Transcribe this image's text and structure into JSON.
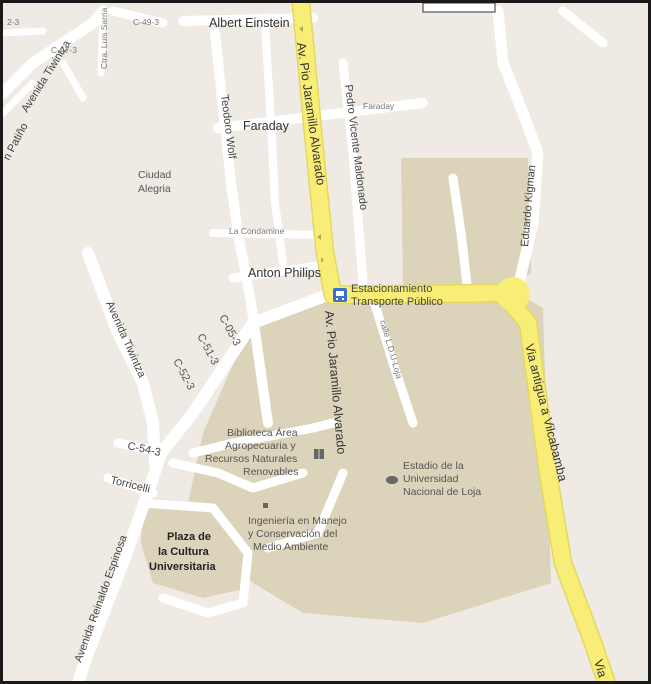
{
  "colors": {
    "background": "#efebe4",
    "campus": "#dcd3bb",
    "road": "#ffffff",
    "highway": "#f8ee77",
    "bus_icon": "#3a70cf"
  },
  "roads": {
    "pio_jaramillo_north": "Av. Pio Jaramillo Alvarado",
    "pio_jaramillo_south": "Av. Pio Jaramillo Alvarado",
    "via_vilcabamba": "Via antigua a Vilcabamba",
    "via_vilcabamba_cut": "Via",
    "avenida_tiwintza_west": "Avenida Tiwintza",
    "avenida_tiwintza_nw": "Avenida Tiwintza",
    "avenida_reinaldo": "Avenida Reinaldo Espinosa",
    "albert_einstein": "Albert Einstein",
    "faraday_main": "Faraday",
    "faraday_east": "Faraday",
    "teodoro_wolf": "Teodoro Wolf",
    "pedro_vicente": "Pedro Vicente Maldonado",
    "la_condamine": "La Condamine",
    "anton_philips": "Anton Philips",
    "eduardo_kigman": "Eduardo Kigman",
    "calle_udl": "calle L.D.U-Loja",
    "c_05": "C-05-3",
    "c_51": "C-51-3",
    "c_52": "C-52-3",
    "c_54": "C-54-3",
    "torricelli": "Torricelli",
    "c_49": "C-49-3",
    "c_47": "C-47-3",
    "c_2_3": "2-3",
    "luis_sarria": "Ctra. Luis Sarria",
    "patino": "n Patiño"
  },
  "places": {
    "ciudad_alegria": [
      "Ciudad",
      "Alegria"
    ],
    "estacionamiento": [
      "Estacionamiento",
      "Transporte Público"
    ],
    "biblioteca": [
      "Biblioteca Área",
      "Agropecuaria y",
      "Recursos Naturales",
      "Renovables"
    ],
    "estadio": [
      "Estadio de la",
      "Universidad",
      "Nacional de Loja"
    ],
    "ingenieria": [
      "Ingeniería en Manejo",
      "y Conservación del",
      "Medio Ambiente"
    ],
    "plaza": [
      "Plaza de",
      "la Cultura",
      "Universitaria"
    ]
  },
  "icons": {
    "bus": "bus-stop-icon",
    "library": "library-icon",
    "stadium": "stadium-icon",
    "school": "school-icon"
  }
}
